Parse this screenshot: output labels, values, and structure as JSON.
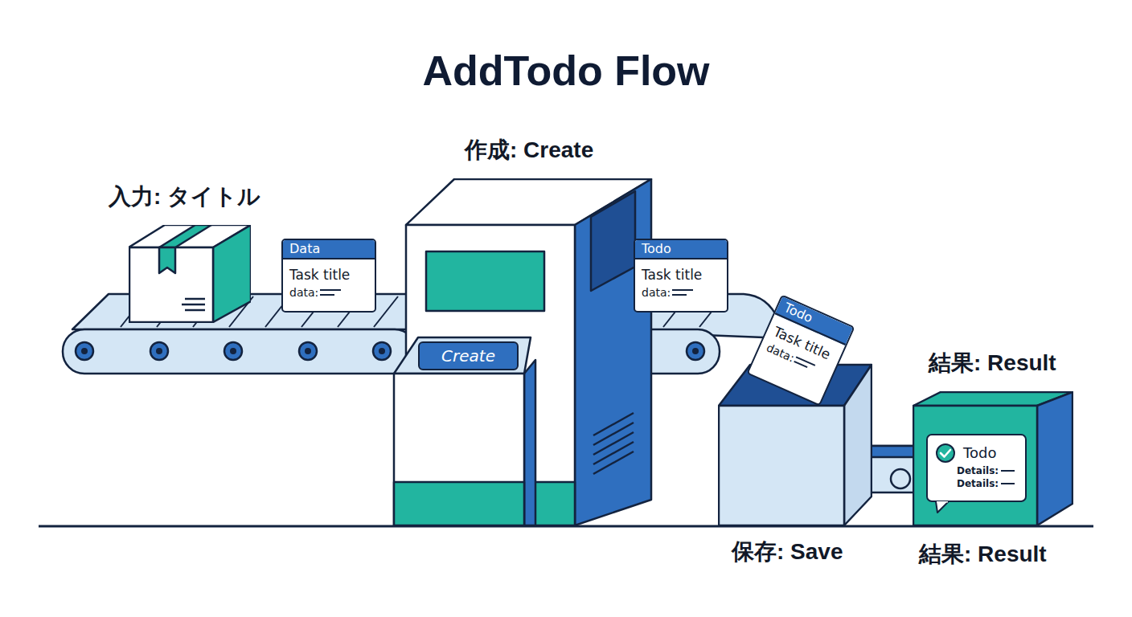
{
  "diagram": {
    "title": "AddTodo Flow",
    "nodes": [
      {
        "text": [
          "入力: タイトル"
        ]
      },
      {
        "text": [
          "Data",
          "Task title",
          "data:"
        ]
      },
      {
        "text": [
          "作成: Create"
        ]
      },
      {
        "text": [
          "Create"
        ],
        "in": 2
      },
      {
        "text": [
          "Todo",
          "Task title",
          "data:"
        ]
      },
      {
        "text": [
          "Todo",
          "Task title",
          "data:"
        ]
      },
      {
        "text": [
          "保存: Save"
        ]
      },
      {
        "text": [
          "結果: Result",
          "結果: Result"
        ]
      },
      {
        "text": [
          "Todo",
          "Details:",
          "Details:"
        ],
        "in": 7
      }
    ]
  }
}
